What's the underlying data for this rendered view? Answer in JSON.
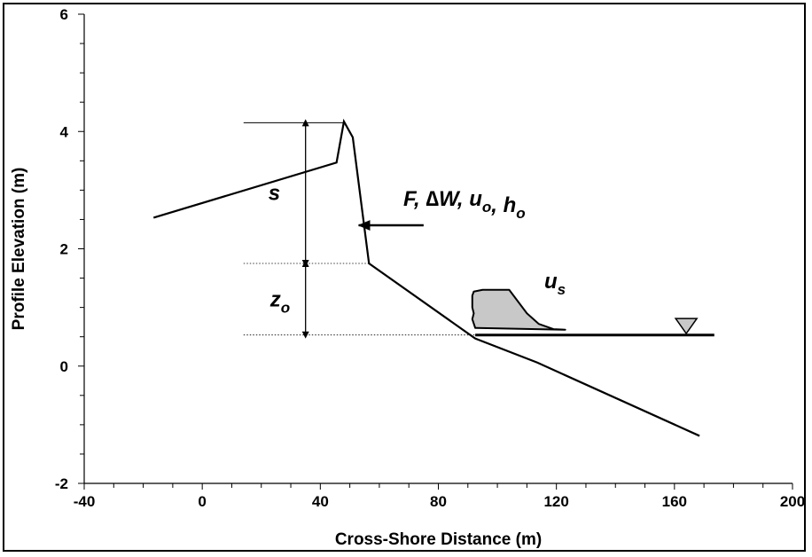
{
  "chart_data": {
    "type": "line",
    "title": "",
    "xlabel": "Cross-Shore Distance (m)",
    "ylabel": "Profile Elevation (m)",
    "xlim": [
      -40,
      200
    ],
    "ylim": [
      -2,
      6
    ],
    "x_ticks": [
      -40,
      0,
      40,
      80,
      120,
      160,
      200
    ],
    "y_ticks": [
      -2,
      0,
      2,
      4,
      6
    ],
    "x_minor_step": 10,
    "y_minor_step": 0.5,
    "grid": false,
    "legend": "none",
    "series": [
      {
        "style": "solid",
        "x": [
          -16.5,
          45.5,
          48,
          51,
          56.5,
          92.5,
          113.5,
          168.5
        ],
        "y": [
          2.53,
          3.47,
          4.17,
          3.9,
          1.75,
          0.47,
          0.06,
          -1.19
        ]
      }
    ],
    "water_level": {
      "y": 0.53,
      "x_start": 92.5,
      "x_end": 173.5
    },
    "reference_lines": [
      {
        "style": "thin",
        "y": 4.15,
        "x_start": 14,
        "x_end": 48
      },
      {
        "style": "dotted",
        "y": 1.75,
        "x_start": 14,
        "x_end": 56.5
      },
      {
        "style": "dotted",
        "y": 0.53,
        "x_start": 14,
        "x_end": 92.5
      }
    ],
    "dimension_arrows": [
      {
        "x": 35,
        "y_from": 1.75,
        "y_to": 4.15,
        "label": "s"
      },
      {
        "x": 35,
        "y_from": 0.53,
        "y_to": 1.75,
        "label": "z",
        "label_sub": "o"
      }
    ],
    "force_arrow": {
      "x_from": 75,
      "x_to": 53,
      "y": 2.4
    },
    "force_label": {
      "parts": [
        {
          "t": "F, "
        },
        {
          "t": "∆W, u"
        },
        {
          "t": "o",
          "sub": true
        },
        {
          "t": ", h"
        },
        {
          "t": "o",
          "sub": true
        }
      ]
    },
    "wave": {
      "fill": "#c8c8c8",
      "outline": [
        [
          92.5,
          0.65
        ],
        [
          91.5,
          0.8
        ],
        [
          92,
          0.9
        ],
        [
          91.5,
          1.0
        ],
        [
          91.5,
          1.1
        ],
        [
          91.5,
          1.2
        ],
        [
          92,
          1.27
        ],
        [
          95,
          1.3
        ],
        [
          104,
          1.3
        ],
        [
          107,
          1.1
        ],
        [
          110,
          0.9
        ],
        [
          114,
          0.72
        ],
        [
          119,
          0.63
        ],
        [
          123,
          0.62
        ],
        [
          93,
          0.65
        ]
      ],
      "label": "u",
      "label_sub": "s"
    },
    "water_marker": {
      "x": 164,
      "y": 0.6
    }
  }
}
